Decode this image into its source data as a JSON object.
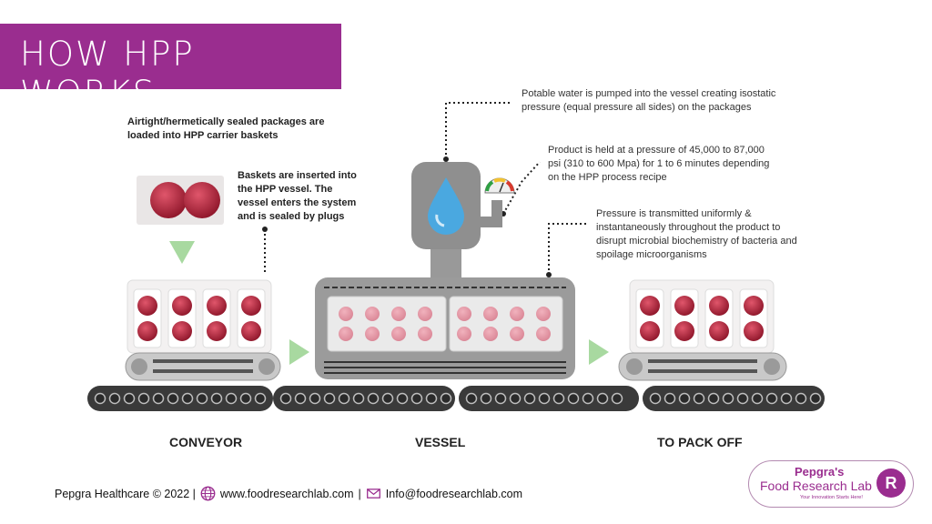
{
  "title": "HOW HPP WORKS",
  "notes": {
    "loaded": "Airtight/hermetically sealed packages are loaded into HPP  carrier baskets",
    "inserted": "Baskets are inserted into the HPP vessel. The vessel enters the system and is sealed by plugs",
    "water": "Potable water is pumped into the vessel creating isostatic pressure (equal pressure all sides) on the packages",
    "held": "Product is held at a pressure of 45,000 to 87,000 psi (310 to 600 Mpa) for 1 to 6 minutes depending on the HPP process recipe",
    "transmitted": "Pressure is transmitted uniformly & instantaneously throughout the product to disrupt microbial biochemistry of bacteria and spoilage microorganisms"
  },
  "stages": {
    "conveyor": "CONVEYOR",
    "vessel": "VESSEL",
    "pack_off": "TO PACK OFF"
  },
  "footer": {
    "company": "Pepgra Healthcare © 2022 |",
    "website": "www.foodresearchlab.com",
    "separator": "|",
    "email": "Info@foodresearchlab.com"
  },
  "logo": {
    "line1": "Pepgra's",
    "line2": "Food Research Lab",
    "tagline": "Your Innovation Starts Here!",
    "mark": "R"
  },
  "colors": {
    "brand": "#9a2d8f",
    "arrow": "#a8d9a0",
    "machine": "#8f8f8f",
    "meat": "#b0203a",
    "water": "#4aa8e0"
  }
}
